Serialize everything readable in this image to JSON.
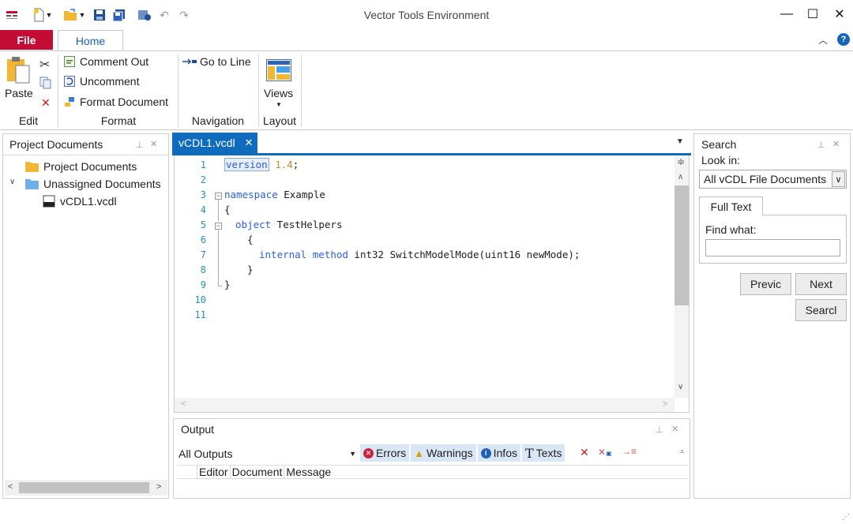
{
  "window": {
    "title": "Vector Tools Environment"
  },
  "tabs": {
    "file": "File",
    "home": "Home"
  },
  "ribbon": {
    "paste": "Paste",
    "comment_out": "Comment Out",
    "uncomment": "Uncomment",
    "format_document": "Format Document",
    "go_to_line": "Go to Line",
    "views": "Views",
    "groups": {
      "edit": "Edit",
      "format": "Format",
      "navigation": "Navigation",
      "layout": "Layout"
    }
  },
  "project_panel": {
    "title": "Project Documents",
    "tree": [
      {
        "label": "Project Documents"
      },
      {
        "label": "Unassigned Documents"
      },
      {
        "label": "vCDL1.vcdl"
      }
    ]
  },
  "editor": {
    "tab_label": "vCDL1.vcdl",
    "line_numbers": [
      "1",
      "2",
      "3",
      "4",
      "5",
      "6",
      "7",
      "8",
      "9",
      "10",
      "11"
    ],
    "code": {
      "l1_kw": "version",
      "l1_num": "1.4",
      "l1_end": ";",
      "l3_kw": "namespace",
      "l3_rest": " Example",
      "l4": "{",
      "l5_kw": "object",
      "l5_rest": " TestHelpers",
      "l6": "{",
      "l7_kw1": "internal",
      "l7_kw2": "method",
      "l7_rest": " int32 SwitchModelMode(uint16 newMode);",
      "l8": "}",
      "l9": "}"
    }
  },
  "search_panel": {
    "title": "Search",
    "look_in_label": "Look in:",
    "look_in_value": "All vCDL File Documents",
    "full_text_tab": "Full Text",
    "find_what_label": "Find what:",
    "find_what_value": "",
    "previous_button": "Previc",
    "next_button": "Next",
    "search_button": "Searcl"
  },
  "output_panel": {
    "title": "Output",
    "filter_value": "All Outputs",
    "errors": "Errors",
    "warnings": "Warnings",
    "infos": "Infos",
    "texts": "Texts",
    "columns": [
      "Editor",
      "Document",
      "Message"
    ]
  },
  "colors": {
    "file_tab": "#c40b33",
    "accent": "#0f6cbd",
    "link_blue": "#1a64b8"
  }
}
